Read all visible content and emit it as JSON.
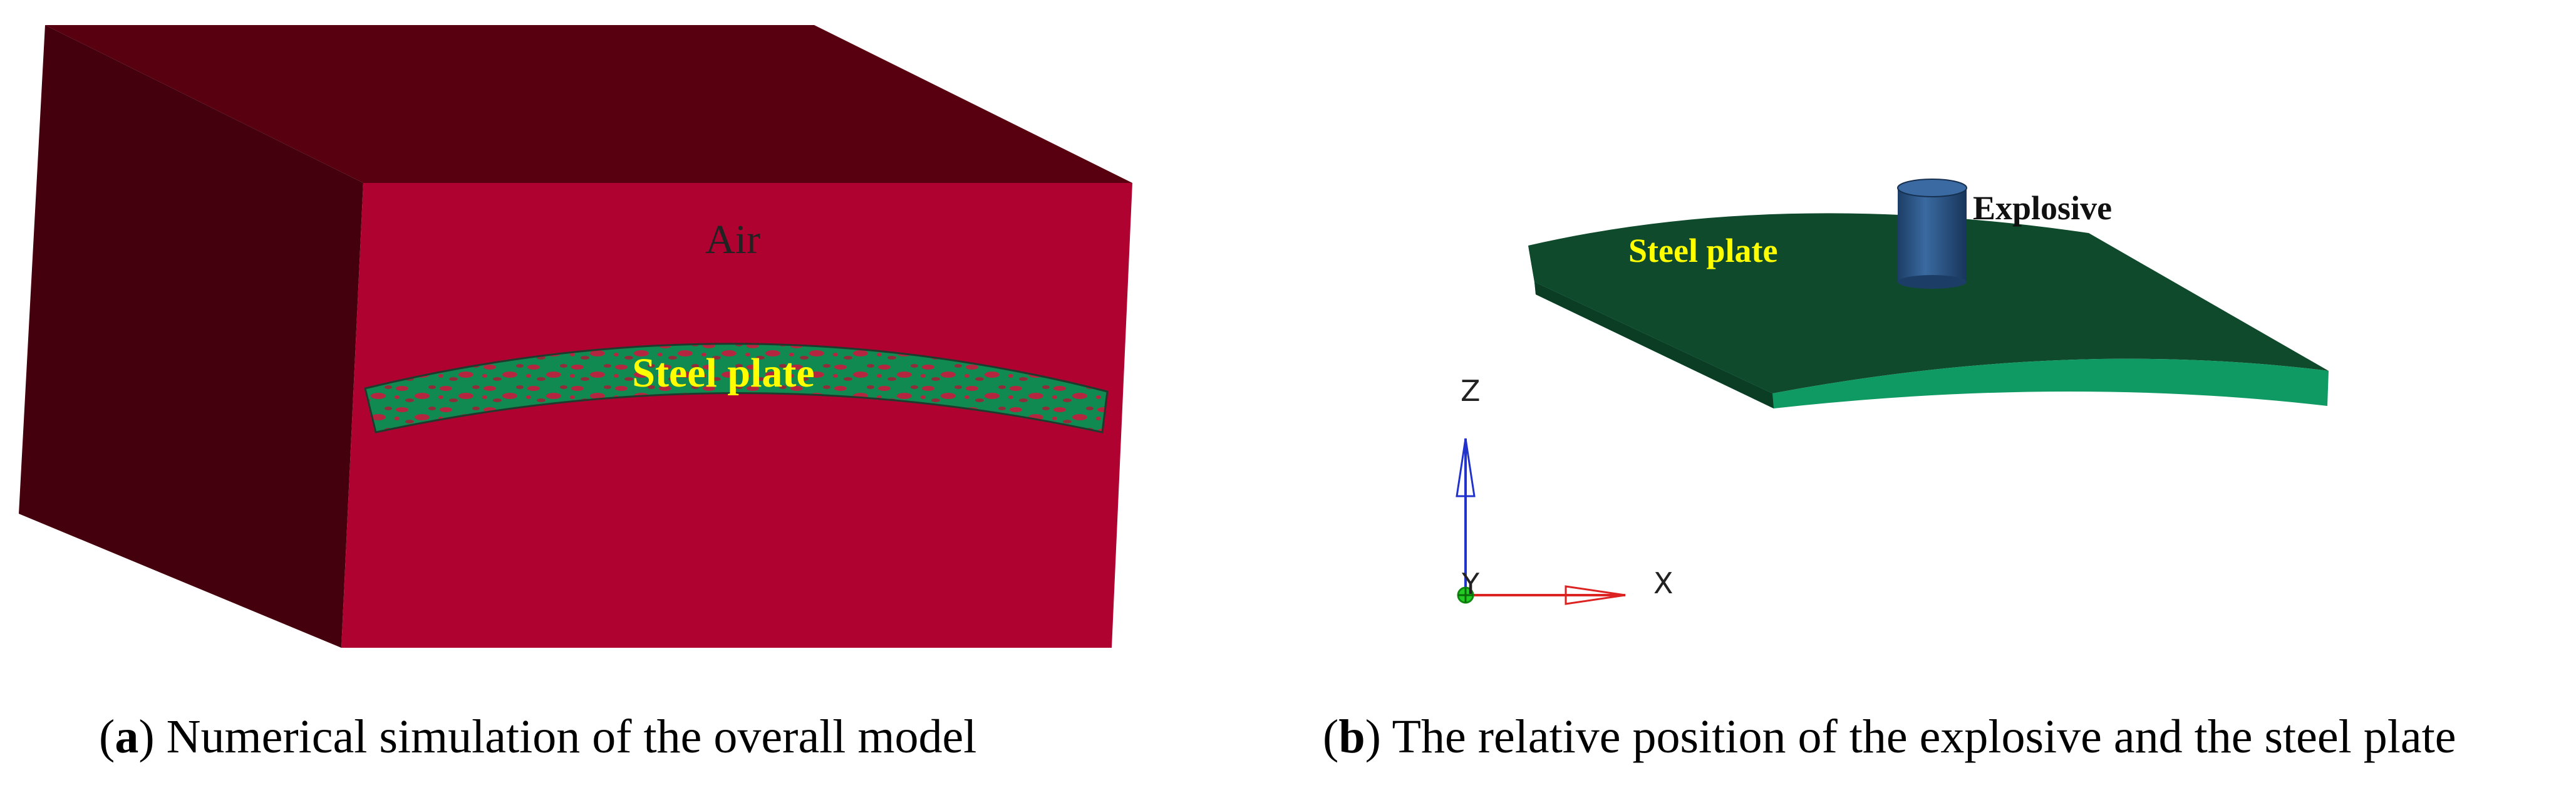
{
  "panel_a": {
    "label_air": "Air",
    "label_steel_plate": "Steel plate",
    "caption_letter": "a",
    "caption_text": "Numerical simulation of the overall model",
    "colors": {
      "air_front": "#b00230",
      "air_top": "#590010",
      "air_side": "#44000d",
      "plate_green": "#118a52",
      "label_yellow": "#ffff00"
    }
  },
  "panel_b": {
    "label_steel_plate": "Steel plate",
    "label_explosive": "Explosive",
    "axis_z": "Z",
    "axis_y": "Y",
    "axis_x": "X",
    "caption_letter": "b",
    "caption_text": "The relative position of the explosive and the steel plate",
    "colors": {
      "plate_top": "#0f4a2c",
      "plate_edge": "#0f9a63",
      "plate_side": "#0a3a22",
      "explosive": "#25507e",
      "axis_z": "#2233cc",
      "axis_x": "#dd2222",
      "origin": "#22cc22"
    }
  }
}
